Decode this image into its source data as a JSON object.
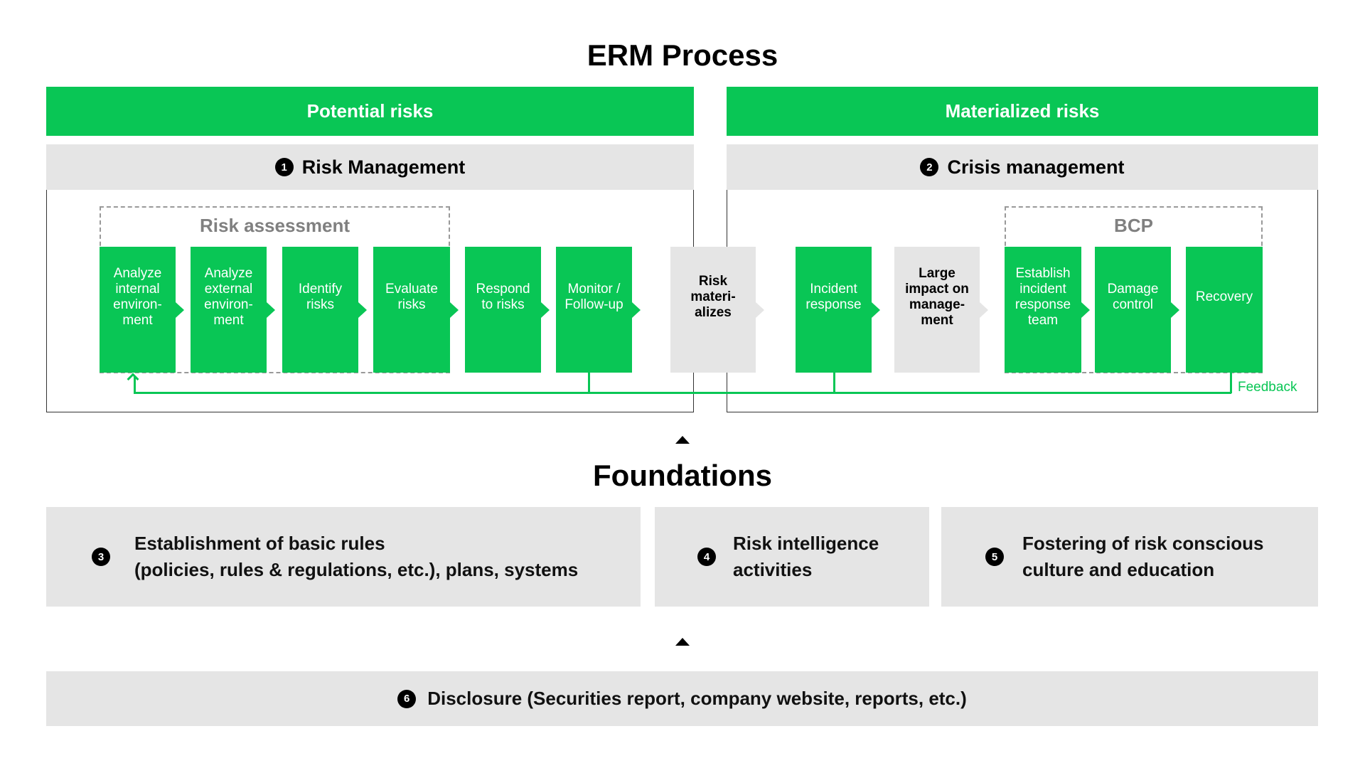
{
  "title": "ERM Process",
  "process": {
    "left": {
      "header": "Potential risks",
      "subheader_num": "1",
      "subheader": "Risk Management",
      "group_label": "Risk assessment",
      "steps": [
        {
          "label": "Analyze internal environ-ment"
        },
        {
          "label": "Analyze external environ-ment"
        },
        {
          "label": "Identify risks"
        },
        {
          "label": "Evaluate risks"
        },
        {
          "label": "Respond to risks"
        },
        {
          "label": "Monitor / Follow-up"
        }
      ]
    },
    "middle": {
      "label": "Risk materi-alizes"
    },
    "right": {
      "header": "Materialized risks",
      "subheader_num": "2",
      "subheader": "Crisis management",
      "group_label": "BCP",
      "steps": [
        {
          "label": "Incident response"
        },
        {
          "label": "Large impact on manage-ment"
        },
        {
          "label": "Establish incident response team"
        },
        {
          "label": "Damage control"
        },
        {
          "label": "Recovery"
        }
      ]
    },
    "feedback_label": "Feedback"
  },
  "foundations": {
    "title": "Foundations",
    "items": [
      {
        "num": "3",
        "line1": "Establishment of basic rules",
        "line2": "(policies, rules & regulations, etc.), plans, systems"
      },
      {
        "num": "4",
        "line1": "Risk intelligence",
        "line2": "activities"
      },
      {
        "num": "5",
        "line1": "Fostering of risk conscious",
        "line2": "culture and education"
      }
    ]
  },
  "disclosure": {
    "num": "6",
    "label": "Disclosure (Securities report, company website, reports, etc.)"
  },
  "colors": {
    "accent_green": "#09c655",
    "panel_gray": "#e5e5e5"
  }
}
